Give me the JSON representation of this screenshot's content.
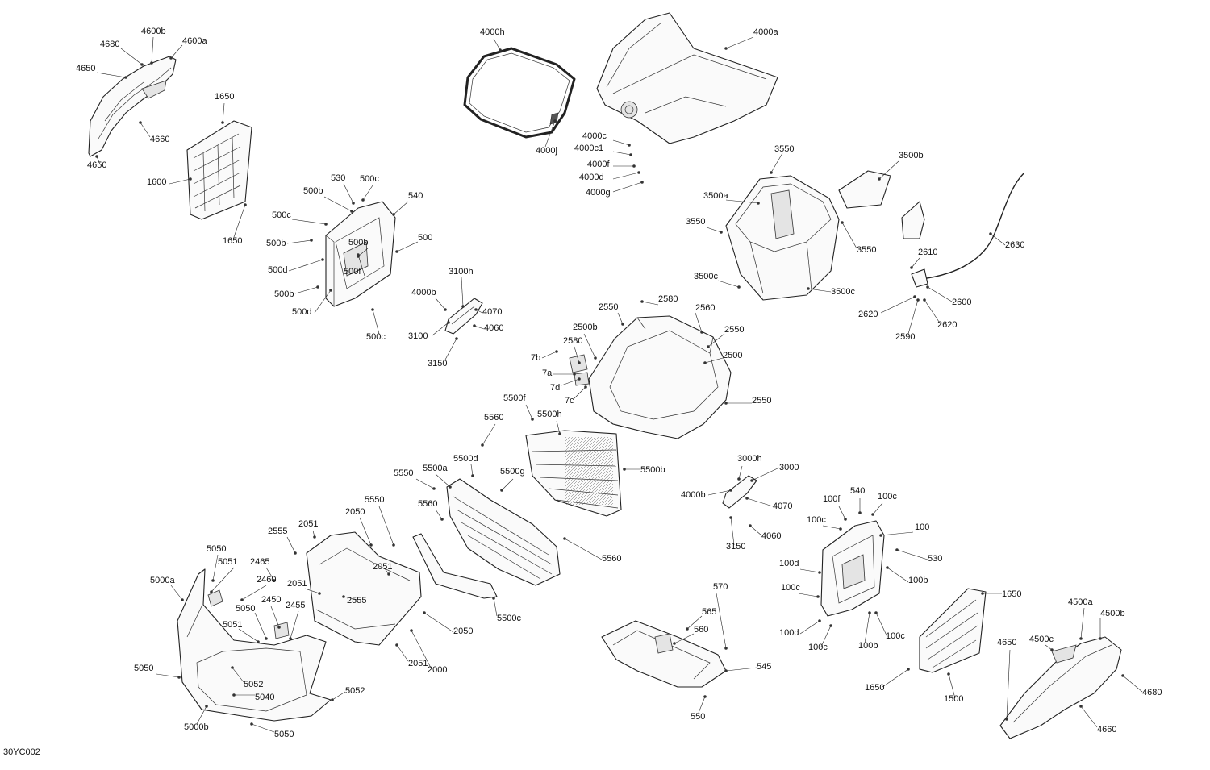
{
  "diagram_id": "30YC002",
  "labels": [
    {
      "t": "4600b"
    },
    {
      "t": "4680"
    },
    {
      "t": "4600a"
    },
    {
      "t": "4650"
    },
    {
      "t": "4660"
    },
    {
      "t": "4650"
    },
    {
      "t": "1650"
    },
    {
      "t": "1600"
    },
    {
      "t": "1650"
    },
    {
      "t": "530"
    },
    {
      "t": "500c"
    },
    {
      "t": "500b"
    },
    {
      "t": "540"
    },
    {
      "t": "500c"
    },
    {
      "t": "500b"
    },
    {
      "t": "500b"
    },
    {
      "t": "500"
    },
    {
      "t": "500d"
    },
    {
      "t": "500f"
    },
    {
      "t": "500b"
    },
    {
      "t": "500d"
    },
    {
      "t": "500c"
    },
    {
      "t": "4000h"
    },
    {
      "t": "4000j"
    },
    {
      "t": "4000a"
    },
    {
      "t": "4000c"
    },
    {
      "t": "4000c1"
    },
    {
      "t": "4000f"
    },
    {
      "t": "4000d"
    },
    {
      "t": "4000g"
    },
    {
      "t": "3550"
    },
    {
      "t": "3500b"
    },
    {
      "t": "3500a"
    },
    {
      "t": "3550"
    },
    {
      "t": "3550"
    },
    {
      "t": "3500c"
    },
    {
      "t": "3500c"
    },
    {
      "t": "2630"
    },
    {
      "t": "2610"
    },
    {
      "t": "2600"
    },
    {
      "t": "2620"
    },
    {
      "t": "2620"
    },
    {
      "t": "2590"
    },
    {
      "t": "3100h"
    },
    {
      "t": "4000b"
    },
    {
      "t": "4070"
    },
    {
      "t": "4060"
    },
    {
      "t": "3100"
    },
    {
      "t": "3150"
    },
    {
      "t": "2550"
    },
    {
      "t": "2580"
    },
    {
      "t": "2560"
    },
    {
      "t": "2500b"
    },
    {
      "t": "2580"
    },
    {
      "t": "2550"
    },
    {
      "t": "2500"
    },
    {
      "t": "7b"
    },
    {
      "t": "7a"
    },
    {
      "t": "7d"
    },
    {
      "t": "7c"
    },
    {
      "t": "2550"
    },
    {
      "t": "5500f"
    },
    {
      "t": "5560"
    },
    {
      "t": "5500h"
    },
    {
      "t": "5500d"
    },
    {
      "t": "5500b"
    },
    {
      "t": "5550"
    },
    {
      "t": "5500a"
    },
    {
      "t": "5500g"
    },
    {
      "t": "5560"
    },
    {
      "t": "5550"
    },
    {
      "t": "5560"
    },
    {
      "t": "5500c"
    },
    {
      "t": "3000h"
    },
    {
      "t": "3000"
    },
    {
      "t": "4000b"
    },
    {
      "t": "4070"
    },
    {
      "t": "4060"
    },
    {
      "t": "3150"
    },
    {
      "t": "100f"
    },
    {
      "t": "540"
    },
    {
      "t": "100c"
    },
    {
      "t": "100c"
    },
    {
      "t": "100"
    },
    {
      "t": "530"
    },
    {
      "t": "100d"
    },
    {
      "t": "100b"
    },
    {
      "t": "100c"
    },
    {
      "t": "100d"
    },
    {
      "t": "100c"
    },
    {
      "t": "100b"
    },
    {
      "t": "100c"
    },
    {
      "t": "1650"
    },
    {
      "t": "1650"
    },
    {
      "t": "1500"
    },
    {
      "t": "4500a"
    },
    {
      "t": "4500b"
    },
    {
      "t": "4500c"
    },
    {
      "t": "4650"
    },
    {
      "t": "4680"
    },
    {
      "t": "4660"
    },
    {
      "t": "570"
    },
    {
      "t": "565"
    },
    {
      "t": "560"
    },
    {
      "t": "545"
    },
    {
      "t": "550"
    },
    {
      "t": "2555"
    },
    {
      "t": "2051"
    },
    {
      "t": "2050"
    },
    {
      "t": "2051"
    },
    {
      "t": "2051"
    },
    {
      "t": "2555"
    },
    {
      "t": "2050"
    },
    {
      "t": "2000"
    },
    {
      "t": "2051"
    },
    {
      "t": "5050"
    },
    {
      "t": "5051"
    },
    {
      "t": "2465"
    },
    {
      "t": "5000a"
    },
    {
      "t": "2460"
    },
    {
      "t": "5050"
    },
    {
      "t": "2450"
    },
    {
      "t": "2455"
    },
    {
      "t": "5051"
    },
    {
      "t": "5050"
    },
    {
      "t": "5052"
    },
    {
      "t": "5040"
    },
    {
      "t": "5052"
    },
    {
      "t": "5000b"
    },
    {
      "t": "5050"
    }
  ]
}
